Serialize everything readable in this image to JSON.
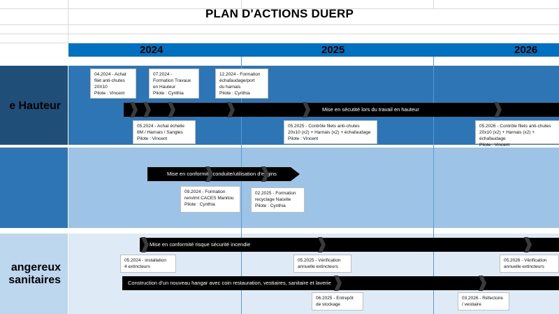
{
  "title": "PLAN D'ACTIONS DUERP",
  "years": [
    "2024",
    "2025",
    "2026"
  ],
  "categories": {
    "hauteur": "e Hauteur",
    "engins": "",
    "dangereux_line1": "angereux",
    "dangereux_line2": "sanitaires"
  },
  "arrows": {
    "hauteur": "Mise en sécutité lors du travail en hauteur",
    "engins": "Mise en conformité conduite/utilisation d'engins",
    "incendie": "Mise en conformité risque sécurité incendie",
    "hangar": "Construction d'un nouveau hangar avec coin restauration, vestiaires, sanitaire et laverie"
  },
  "notes": {
    "n1": "04.2024 - Achat\nfilet anti-chutes\n20X10\nPilote : Vincent",
    "n2": "07.2024 -\nFormation Travaux\nen Hauteur\nPilote : Cynthia",
    "n3": "12.2024 - Formation\néchafaudage/port\ndu harnais\nPilote : Cynthia",
    "n4": "05.2024 - Achat échelle\n6M / Harnais / Sangles\nPilote : Vincent",
    "n5": "05.2025 - Contrôle filets anti-chutes\n20x10 (x2) + Harnais (x2) + échafaudage\nPilote : Vincent",
    "n6": "05.2026 - Contrôle filets anti-chutes\n20x10 (x2) + Harnais (x2) + échafaudage\nPilote : Vincent",
    "n7": "09.2024 - Formation\nrenvlmt CACES Manitou\nPilote : Cynthia",
    "n8": "02.2025 - Formation\nrecyclage Nacelle\nPilote : Cynthia",
    "n9": "05.2024 - installation\n4 extincteurs",
    "n10": "05.2025 - Vérification\nannuelle extincteurs",
    "n11": "05.2026 - Vérification\nannuelle extincteurs",
    "n12": "06.2025 - Entrepôt\nde stockage",
    "n13": "03.2026 - Réfectoire\n/ vestiaire"
  },
  "colors": {
    "year_bar": "#0070c0",
    "hauteur_lane": "#2e75b6",
    "hauteur_cat": "#1f4e79",
    "engins_lane": "#9dc3e6",
    "engins_cat": "#2e75b6",
    "dangereux_lane": "#deebf7",
    "dangereux_cat": "#bdd7ee",
    "arrow": "#000000"
  }
}
